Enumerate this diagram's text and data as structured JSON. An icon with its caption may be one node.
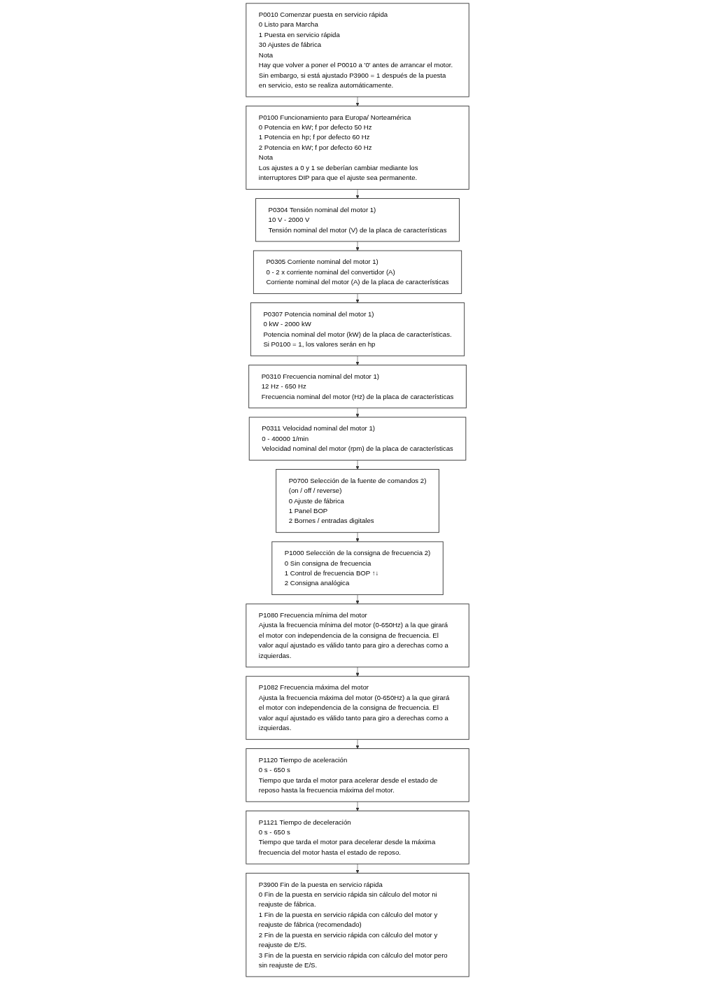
{
  "diagram": {
    "nodes": [
      {
        "text": [
          "P0010 Comenzar puesta en servicio rápida",
          "0 Listo para Marcha",
          "1 Puesta en servicio rápida",
          "30 Ajustes de fábrica",
          "Nota",
          "Hay que volver a poner el P0010 a '0' antes de arrancar el motor. Sin embargo, si está ajustado P3900 = 1 después de la puesta en servicio, esto se realiza automáticamente."
        ]
      },
      {
        "text": [
          "P0100 Funcionamiento para Europa/ Norteamérica",
          "0 Potencia en kW; f por defecto 50 Hz",
          "1 Potencia en hp; f por defecto 60 Hz",
          "2 Potencia en kW; f por defecto 60 Hz",
          "Nota",
          "Los ajustes a 0 y 1 se deberían cambiar mediante los interruptores DIP para que el ajuste sea permanente."
        ]
      },
      {
        "text": [
          "P0304 Tensión nominal del motor 1)",
          "10 V - 2000 V",
          "Tensión nominal del motor (V) de la placa de características"
        ]
      },
      {
        "text": [
          "P0305 Corriente nominal del motor 1)",
          "0 - 2 x corriente nominal del convertidor (A)",
          "Corriente nominal del motor (A) de la placa de características"
        ]
      },
      {
        "text": [
          "P0307 Potencia nominal del motor 1)",
          "0 kW - 2000 kW",
          "Potencia nominal del motor (kW) de la placa de características.",
          "Si P0100 = 1, los valores serán en hp"
        ]
      },
      {
        "text": [
          "P0310 Frecuencia nominal del motor 1)",
          "12 Hz - 650 Hz",
          "Frecuencia nominal del motor (Hz) de la placa de características"
        ]
      },
      {
        "text": [
          "P0311 Velocidad nominal del motor 1)",
          "0 - 40000 1/min",
          "Velocidad nominal del motor (rpm) de la placa de características"
        ]
      },
      {
        "text": [
          "P0700 Selección de la fuente de comandos 2)",
          "(on / off / reverse)",
          "0 Ajuste de fábrica",
          "1 Panel BOP",
          "2 Bornes / entradas digitales"
        ]
      },
      {
        "text": [
          "P1000 Selección de la consigna de frecuencia 2)",
          "0 Sin consigna de frecuencia",
          "1 Control de frecuencia BOP ↑↓",
          "2 Consigna analógica"
        ]
      },
      {
        "text": [
          "P1080 Frecuencia mínima del motor",
          "Ajusta la frecuencia mínima del motor (0-650Hz) a la que girará el motor con independencia de la consigna de frecuencia. El valor aquí ajustado es válido tanto para giro a derechas como a izquierdas."
        ]
      },
      {
        "text": [
          "P1082 Frecuencia máxima del motor",
          "Ajusta la frecuencia máxima del motor (0-650Hz) a la que girará el motor con independencia de la consigna de frecuencia. El valor aquí ajustado es válido tanto para giro a derechas como a izquierdas."
        ]
      },
      {
        "text": [
          "P1120 Tiempo de aceleración",
          "0 s - 650 s",
          "Tiempo que tarda el motor para acelerar desde el estado de reposo hasta la frecuencia máxima del motor."
        ]
      },
      {
        "text": [
          "P1121 Tiempo de deceleración",
          "0 s - 650 s",
          "Tiempo que tarda el motor para decelerar desde la máxima frecuencia del motor hasta el estado de reposo."
        ]
      },
      {
        "text": [
          "P3900 Fin de la puesta en servicio rápida",
          "0 Fin de la puesta en servicio rápida sin cálculo del motor ni reajuste de fábrica.",
          "1 Fin de la puesta en servicio rápida con cálculo del motor y reajuste de fábrica (recomendado)",
          "2 Fin de la puesta en servicio rápida con cálculo del motor y reajuste de E/S.",
          "3 Fin de la puesta en servicio rápida con cálculo del motor pero sin reajuste de E/S."
        ]
      }
    ],
    "edges": [
      {
        "from": 0,
        "to": 1,
        "arrow": "to"
      },
      {
        "from": 1,
        "to": 2,
        "arrow": "to"
      },
      {
        "from": 2,
        "to": 3,
        "arrow": "to"
      },
      {
        "from": 3,
        "to": 4,
        "arrow": "to"
      },
      {
        "from": 4,
        "to": 5,
        "arrow": "to"
      },
      {
        "from": 5,
        "to": 6,
        "arrow": "to"
      },
      {
        "from": 6,
        "to": 7,
        "arrow": "to"
      },
      {
        "from": 7,
        "to": 8,
        "arrow": "to"
      },
      {
        "from": 8,
        "to": 9,
        "arrow": "to"
      },
      {
        "from": 9,
        "to": 10,
        "arrow": "to"
      },
      {
        "from": 10,
        "to": 11,
        "arrow": "to"
      },
      {
        "from": 11,
        "to": 12,
        "arrow": "to"
      },
      {
        "from": 12,
        "to": 13,
        "arrow": "to"
      }
    ]
  }
}
